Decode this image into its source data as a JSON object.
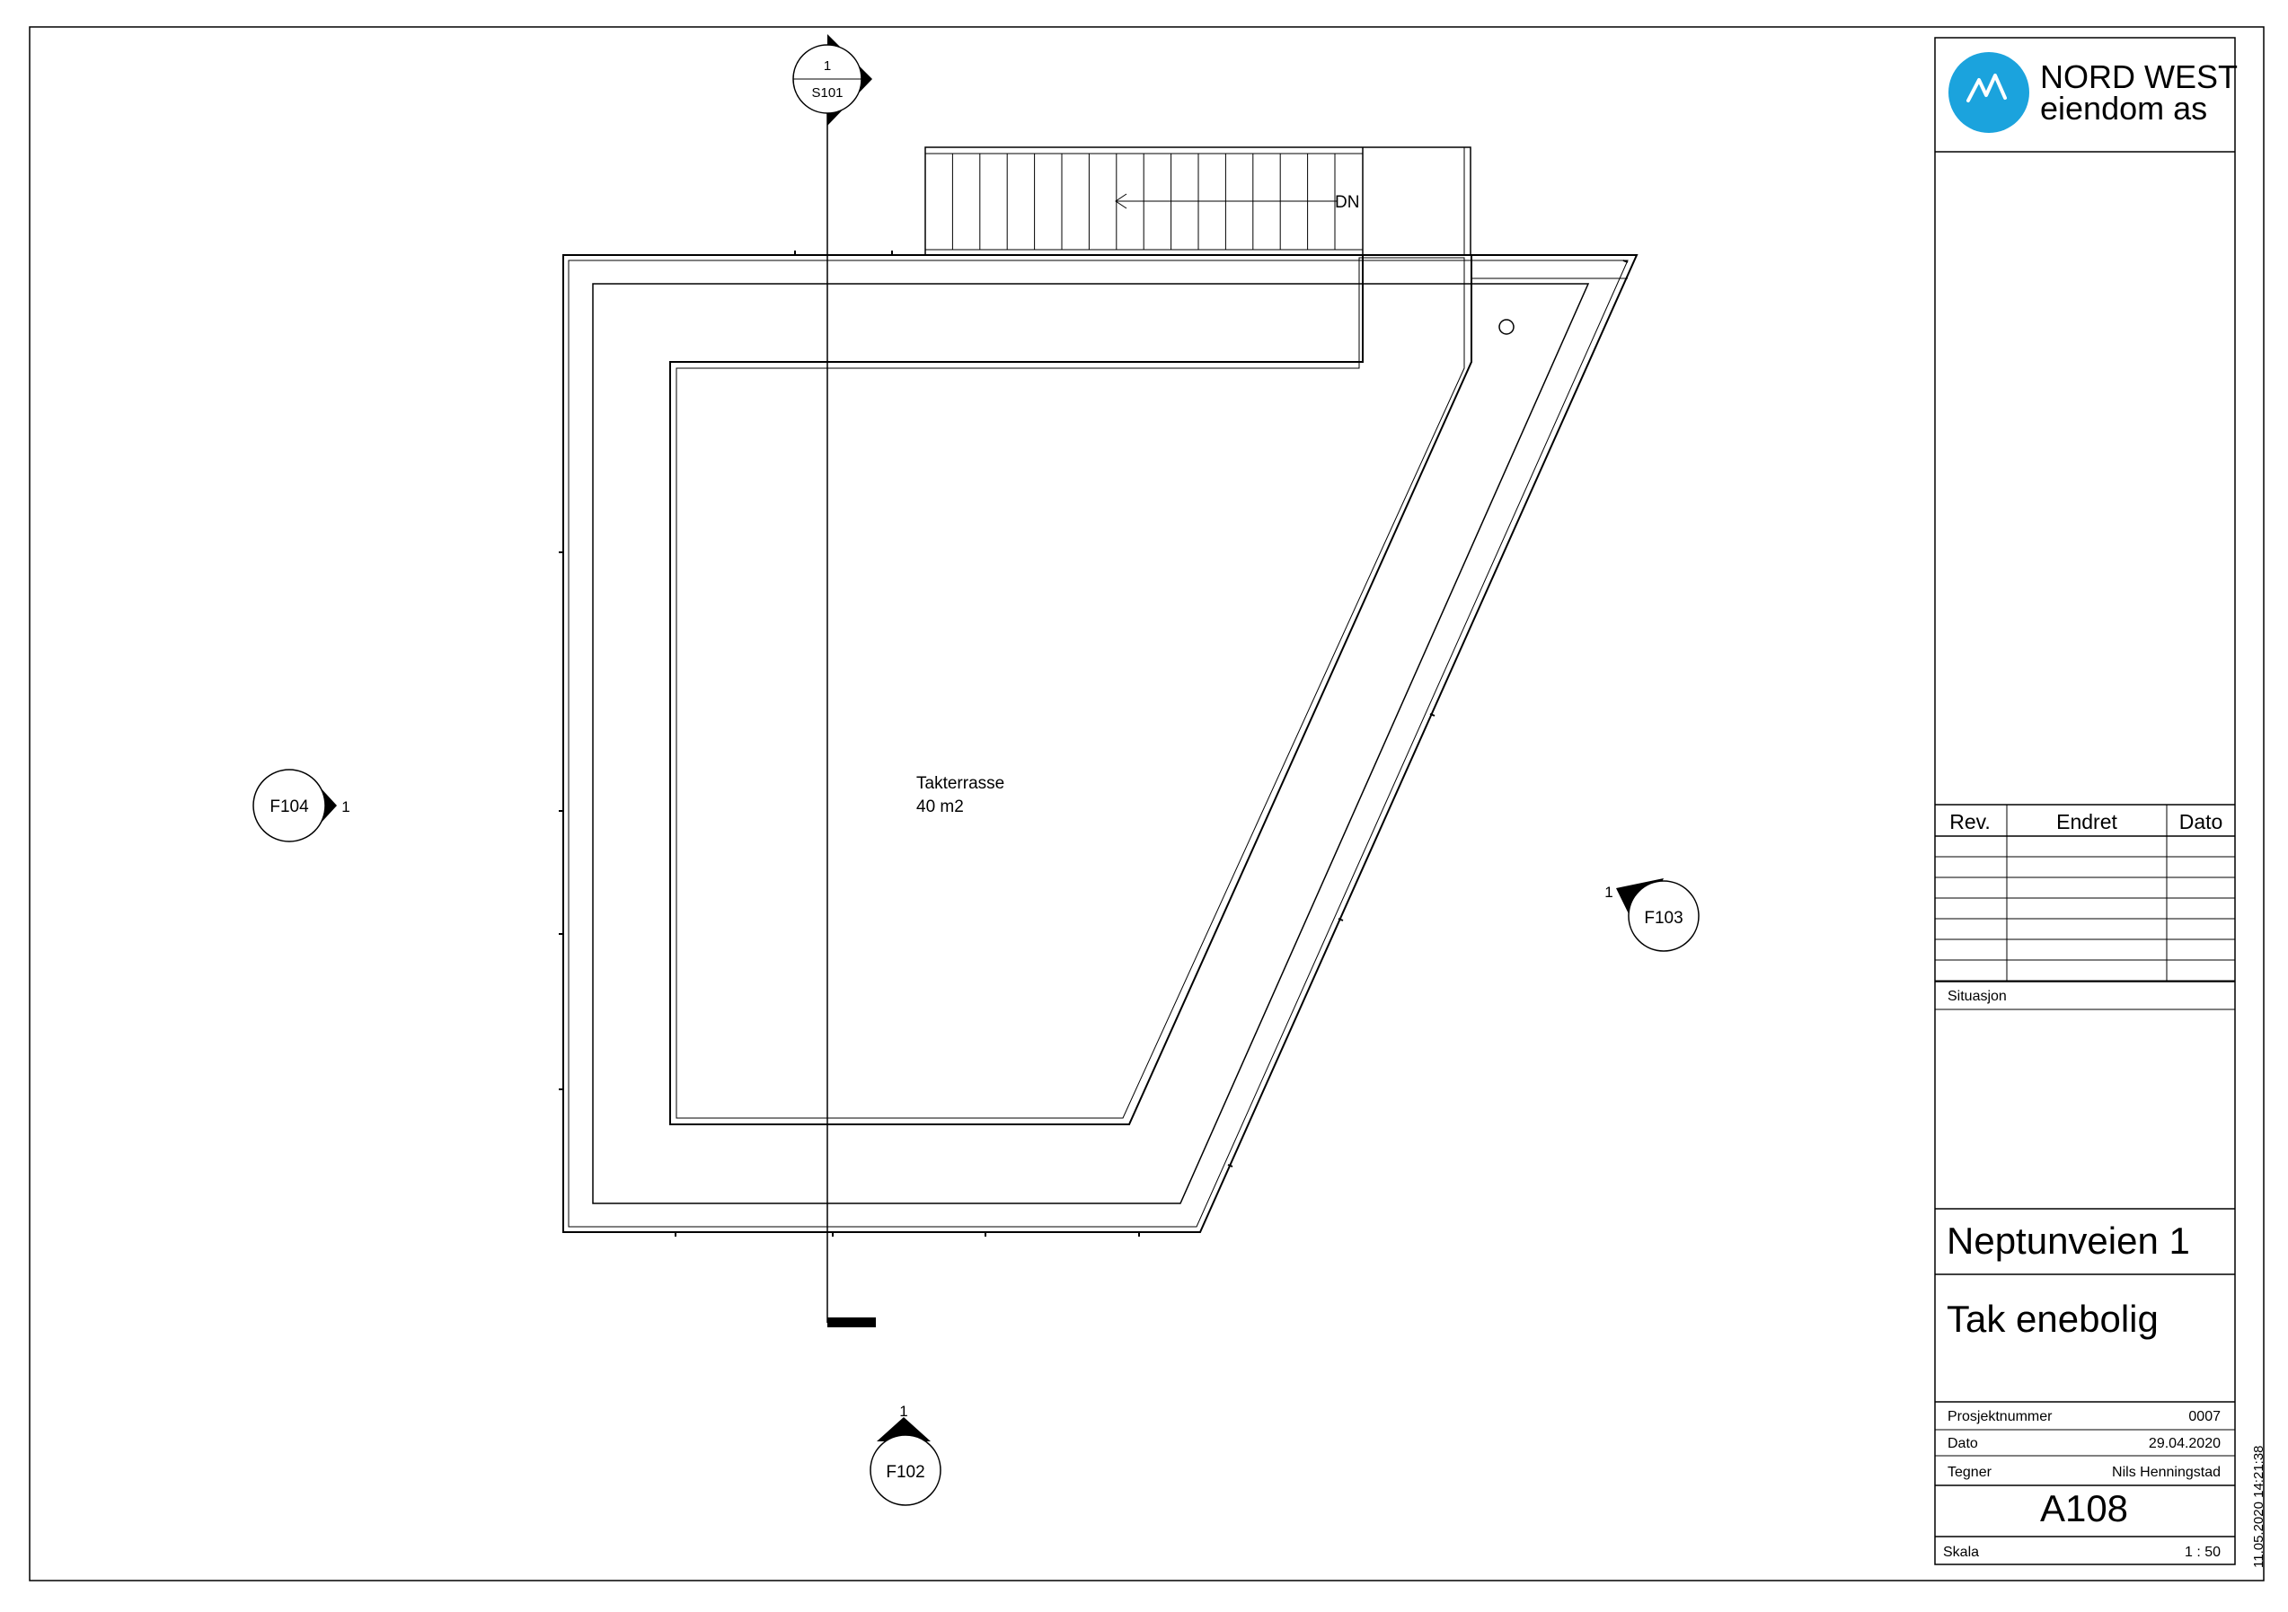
{
  "company": {
    "name_line1": "NORD WEST",
    "name_line2": "eiendom as",
    "logo_color": "#1ba3dd"
  },
  "drawing": {
    "stair_label": "DN",
    "room_name": "Takterrasse",
    "room_area": "40 m2"
  },
  "section_marker": {
    "number": "1",
    "sheet": "S101"
  },
  "elevations": [
    {
      "sheet": "F104",
      "number": "1"
    },
    {
      "sheet": "F103",
      "number": "1"
    },
    {
      "sheet": "F102",
      "number": "1"
    }
  ],
  "revision_table": {
    "headers": [
      "Rev.",
      "Endret",
      "Dato"
    ]
  },
  "title_block": {
    "situation_label": "Situasjon",
    "project_name": "Neptunveien 1",
    "drawing_title": "Tak enebolig",
    "project_number_label": "Prosjektnummer",
    "project_number": "0007",
    "date_label": "Dato",
    "date": "29.04.2020",
    "drawer_label": "Tegner",
    "drawer": "Nils Henningstad",
    "sheet_number": "A108",
    "scale_label": "Skala",
    "scale": "1 : 50"
  },
  "print_timestamp": "11.05.2020 14:21:38"
}
